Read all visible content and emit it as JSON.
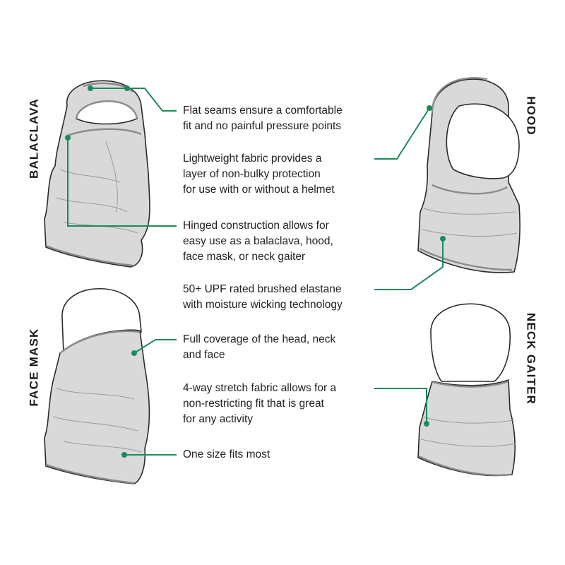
{
  "colors": {
    "accent": "#1e8a5a",
    "fabric": "#d9d9d9",
    "outline": "#2b2b2b",
    "seam": "#8a8a8a",
    "text": "#222222"
  },
  "styles": {
    "balaclava": "BALACLAVA",
    "hood": "HOOD",
    "face_mask": "FACE MASK",
    "neck_gaiter": "NECK GAITER"
  },
  "features": [
    {
      "lines": [
        "Flat seams ensure a comfortable",
        "fit and no painful pressure points"
      ]
    },
    {
      "lines": [
        "Lightweight fabric provides a",
        "layer of non-bulky protection",
        "for use with or without a helmet"
      ]
    },
    {
      "lines": [
        "Hinged construction allows for",
        "easy use as a balaclava, hood,",
        "face mask, or neck gaiter"
      ]
    },
    {
      "lines": [
        "50+ UPF rated brushed elastane",
        "with moisture wicking technology"
      ]
    },
    {
      "lines": [
        "Full coverage of the head, neck",
        "and face"
      ]
    },
    {
      "lines": [
        "4-way stretch fabric allows for a",
        "non-restricting fit that is great",
        "for any activity"
      ]
    },
    {
      "lines": [
        "One size fits most"
      ]
    }
  ]
}
